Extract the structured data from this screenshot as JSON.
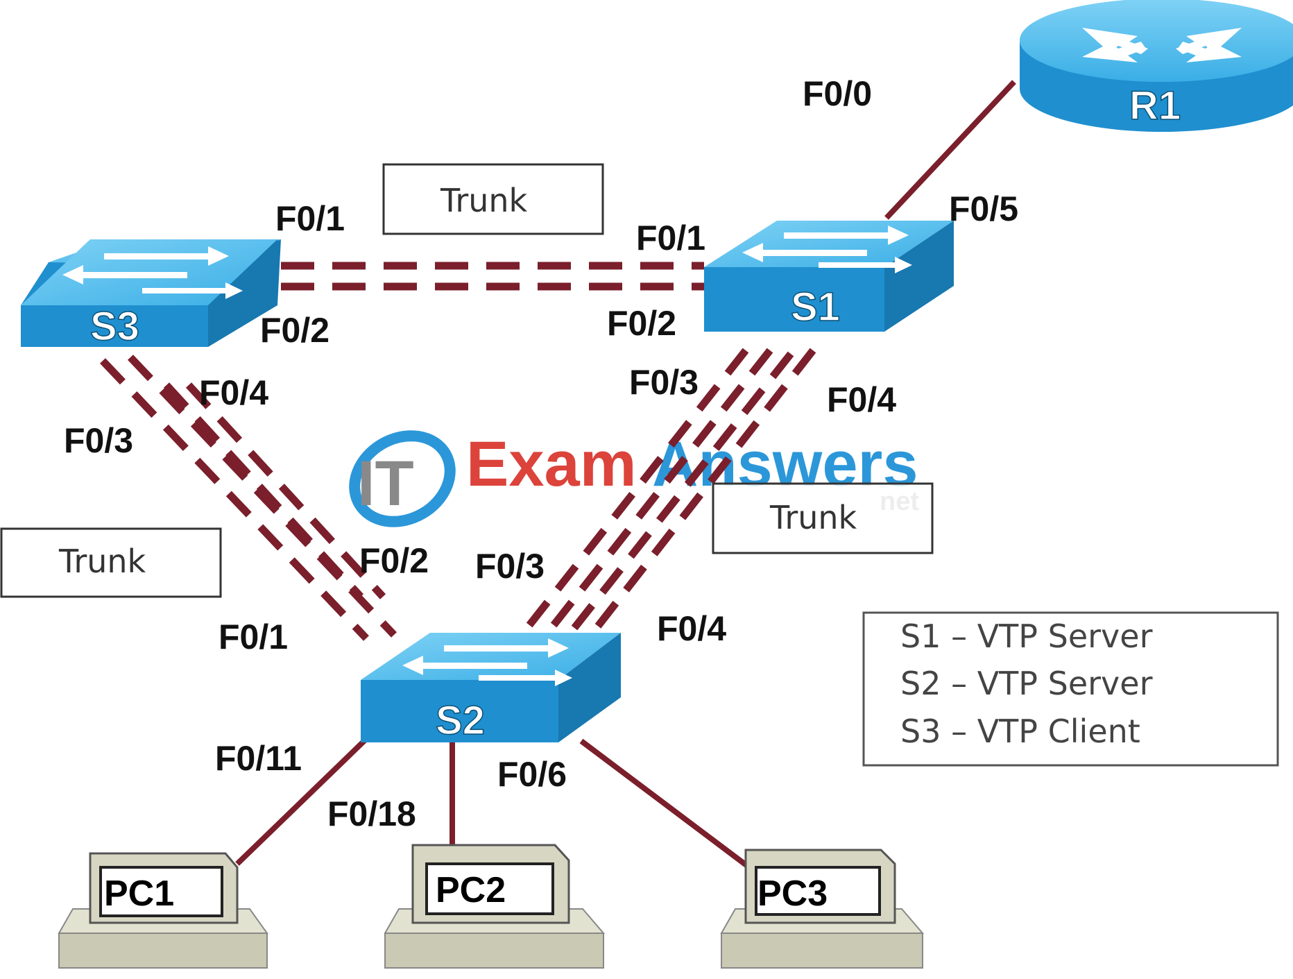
{
  "colors": {
    "link": "#7a1f2b",
    "device_top": "#5cc1ef",
    "device_front": "#1f8fcf",
    "device_side": "#1878b0",
    "pc_body": "#d6d6c2",
    "watermark_blue": "#1a8fd6",
    "watermark_red": "#d9342b",
    "watermark_gray": "#7f7f7f"
  },
  "devices": {
    "r1": "R1",
    "s1": "S1",
    "s2": "S2",
    "s3": "S3",
    "pc1": "PC1",
    "pc2": "PC2",
    "pc3": "PC3"
  },
  "ports": {
    "r1_f0_0": "F0/0",
    "s1_f0_5": "F0/5",
    "s3_f0_1": "F0/1",
    "s1_f0_1": "F0/1",
    "s3_f0_2": "F0/2",
    "s1_f0_2": "F0/2",
    "s3_f0_4": "F0/4",
    "s3_f0_3": "F0/3",
    "s1_f0_3": "F0/3",
    "s1_f0_4": "F0/4",
    "s2_f0_2": "F0/2",
    "s2_f0_3": "F0/3",
    "s2_f0_1": "F0/1",
    "s2_f0_4": "F0/4",
    "s2_f0_11": "F0/11",
    "s2_f0_18": "F0/18",
    "s2_f0_6": "F0/6"
  },
  "trunk_labels": {
    "s3_s1": "Trunk",
    "s3_s2": "Trunk",
    "s1_s2": "Trunk"
  },
  "legend": [
    "S1 – VTP Server",
    "S2 – VTP Server",
    "S3 – VTP Client"
  ],
  "watermark": {
    "logo": "IT",
    "brand_a": "Exam",
    "brand_b": "Answers",
    "tld": "net"
  }
}
